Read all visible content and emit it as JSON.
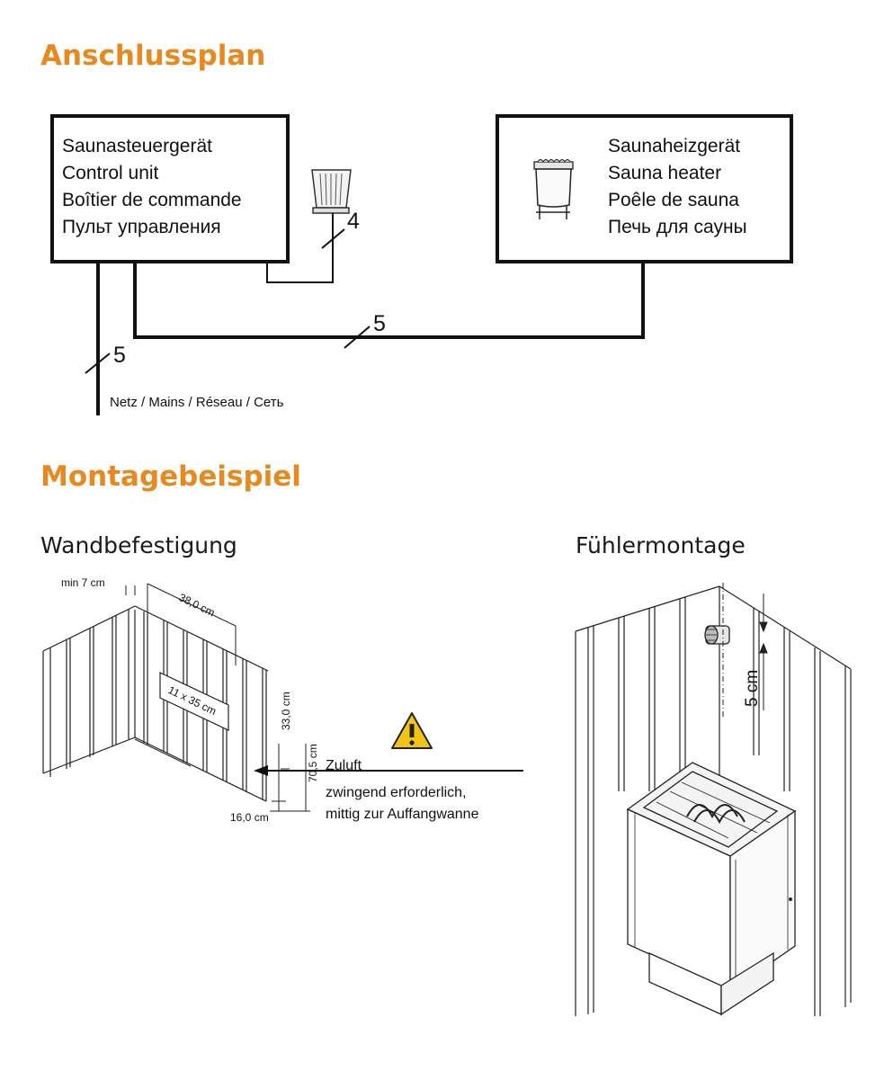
{
  "titles": {
    "wiring": "Anschlussplan",
    "mounting": "Montagebeispiel",
    "wall": "Wandbefestigung",
    "sensor": "Fühlermontage"
  },
  "control_unit": {
    "lines": [
      "Saunasteuergerät",
      "Control unit",
      "Boîtier de commande",
      "Пульт управления"
    ]
  },
  "sauna_heater": {
    "lines": [
      "Saunaheizgerät",
      "Sauna heater",
      "Poêle de sauna",
      "Печь для сауны"
    ]
  },
  "wires": {
    "sensor_count": "4",
    "heater_count": "5",
    "mains_count": "5",
    "mains_label": "Netz / Mains / Réseau / Сеть"
  },
  "wall_dims": {
    "min_gap": "min 7 cm",
    "width": "38,0 cm",
    "height_upper": "33,0 cm",
    "height_total": "70,5 cm",
    "floor": "16,0 cm",
    "vent": "11 x 35 cm"
  },
  "air": {
    "label": "Zuluft",
    "note_line1": "zwingend erforderlich,",
    "note_line2": "mittig zur Auffangwanne"
  },
  "sensor_dims": {
    "distance": "5 cm"
  },
  "colors": {
    "accent": "#E8891F",
    "warning": "#F2C418"
  }
}
